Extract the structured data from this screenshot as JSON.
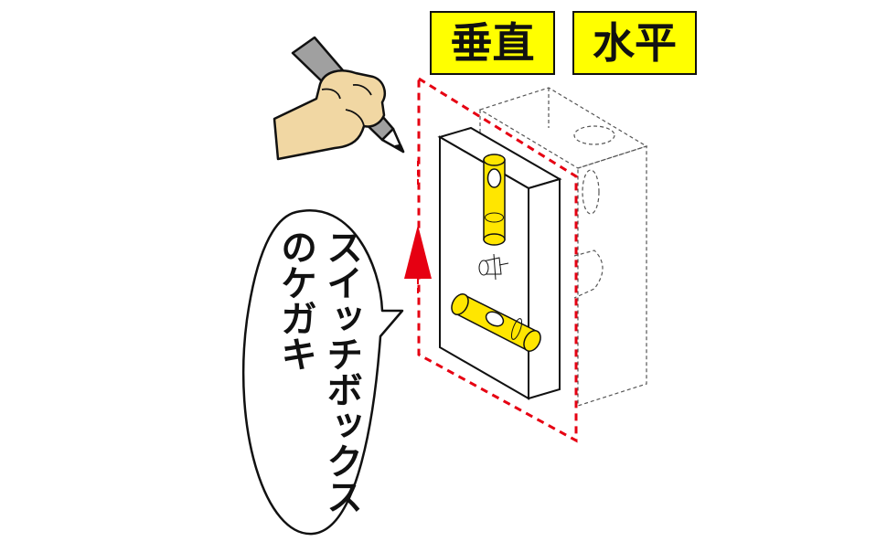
{
  "labels": {
    "vertical": "垂直",
    "horizontal": "水平"
  },
  "callout": {
    "line1": "スイッチボックス",
    "line2": "のケガキ"
  },
  "colors": {
    "yellow": "#ffff00",
    "red_dash": "#e60012",
    "arrow_red": "#e60012",
    "skin": "#f1d7a3",
    "pencil": "#9a9a9a",
    "outline": "#111111"
  },
  "icons": [
    "hand-holding-pencil-icon",
    "up-arrow-icon"
  ]
}
